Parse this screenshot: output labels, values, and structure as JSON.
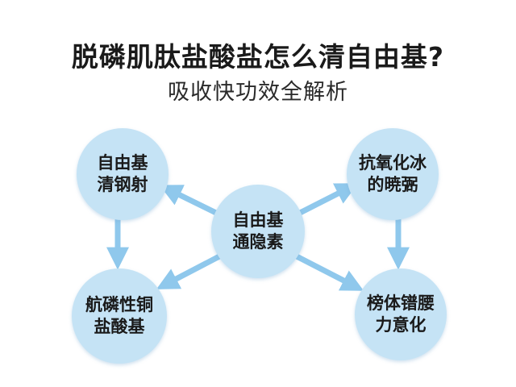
{
  "title": "脱磷肌肽盐酸盐怎么清自由基?",
  "subtitle": "吸收快功效全解析",
  "colors": {
    "node_fill": "#c5e3f5",
    "arrow": "#8fc8ec"
  },
  "nodes": {
    "center": {
      "line1": "自由基",
      "line2": "通隐素"
    },
    "top_left": {
      "line1": "自由基",
      "line2": "清钢射"
    },
    "top_right": {
      "line1": "抗氧化冰",
      "line2": "的暁弻"
    },
    "bottom_left": {
      "line1": "航磷性铜",
      "line2": "盐酸基"
    },
    "bottom_right": {
      "line1": "榜体镨腰",
      "line2": "力意化"
    }
  }
}
